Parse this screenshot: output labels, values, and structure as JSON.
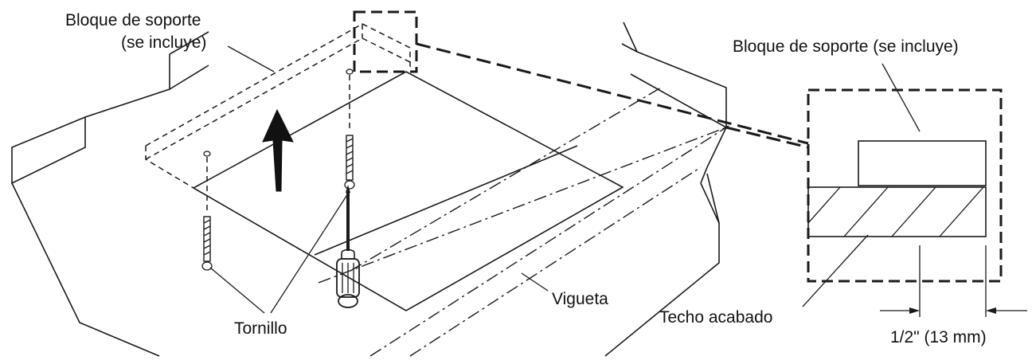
{
  "labels": {
    "support_block_line1": "Bloque de soporte",
    "support_block_line2": "(se incluye)",
    "support_block_detail": "Bloque de soporte (se incluye)",
    "screw": "Tornillo",
    "joist": "Vigueta",
    "finished_ceiling": "Techo acabado",
    "dimension": "1/2\" (13 mm)"
  },
  "colors": {
    "line": "#1a1a1a",
    "background": "#ffffff"
  }
}
